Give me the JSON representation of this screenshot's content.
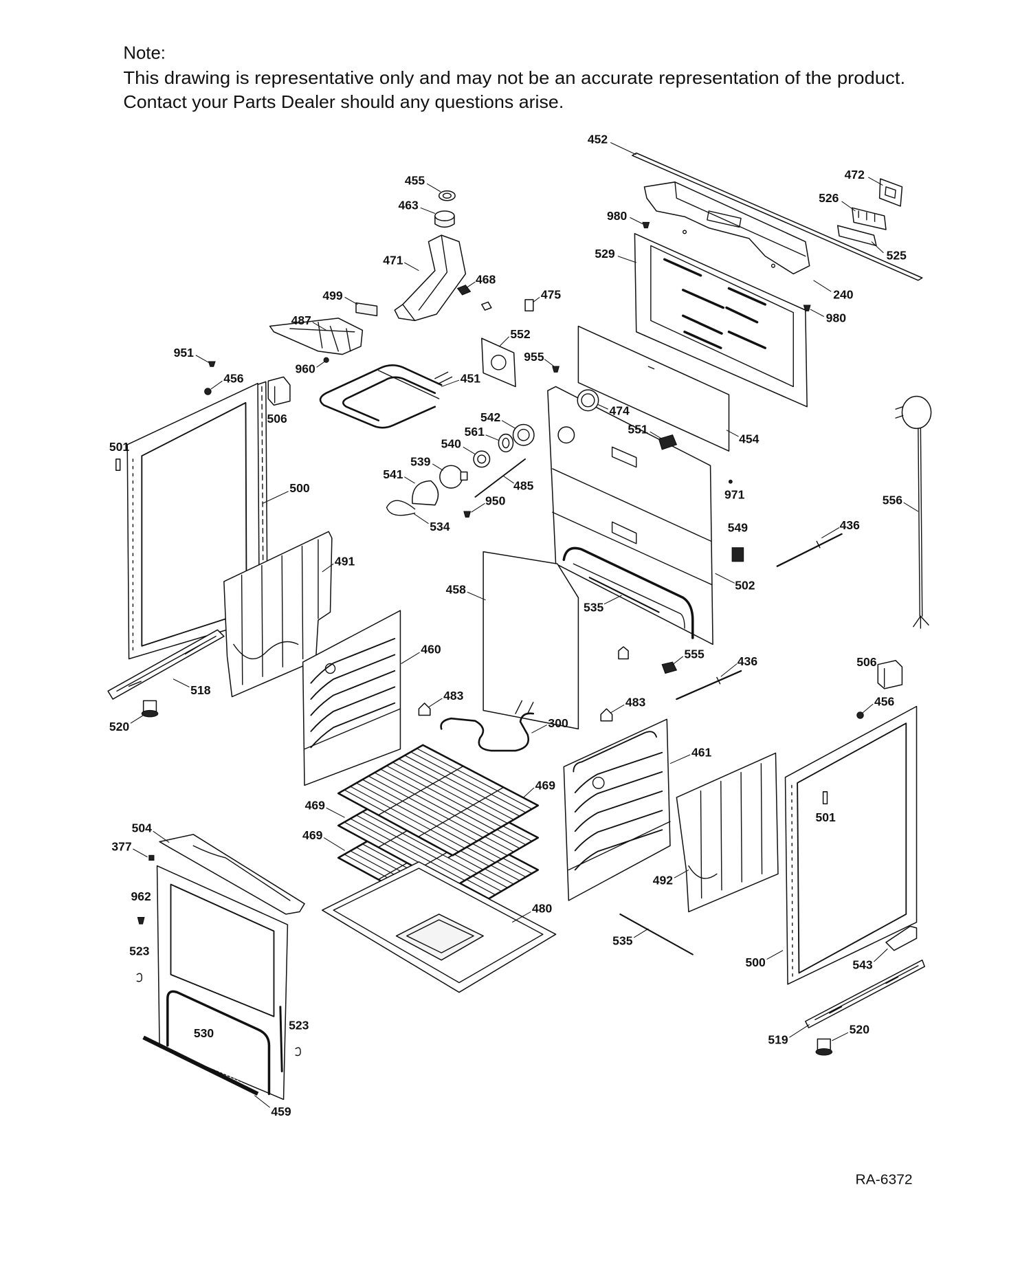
{
  "note": {
    "heading": "Note:",
    "line1": "This drawing is representative only and may not be an accurate representation of the product.",
    "line2": "Contact your Parts Dealer should any questions arise."
  },
  "part_labels": [
    "452",
    "455",
    "463",
    "472",
    "526",
    "980",
    "525",
    "471",
    "529",
    "468",
    "475",
    "499",
    "240",
    "980",
    "487",
    "552",
    "951",
    "955",
    "960",
    "451",
    "456",
    "506",
    "474",
    "542",
    "561",
    "551",
    "454",
    "501",
    "540",
    "539",
    "541",
    "485",
    "500",
    "971",
    "556",
    "950",
    "549",
    "436",
    "534",
    "491",
    "502",
    "458",
    "535",
    "460",
    "555",
    "436",
    "506",
    "518",
    "483",
    "483",
    "456",
    "520",
    "300",
    "461",
    "469",
    "469",
    "501",
    "504",
    "469",
    "377",
    "492",
    "962",
    "480",
    "535",
    "523",
    "500",
    "543",
    "523",
    "520",
    "530",
    "519",
    "459"
  ],
  "diagram_code": "RA-6372"
}
